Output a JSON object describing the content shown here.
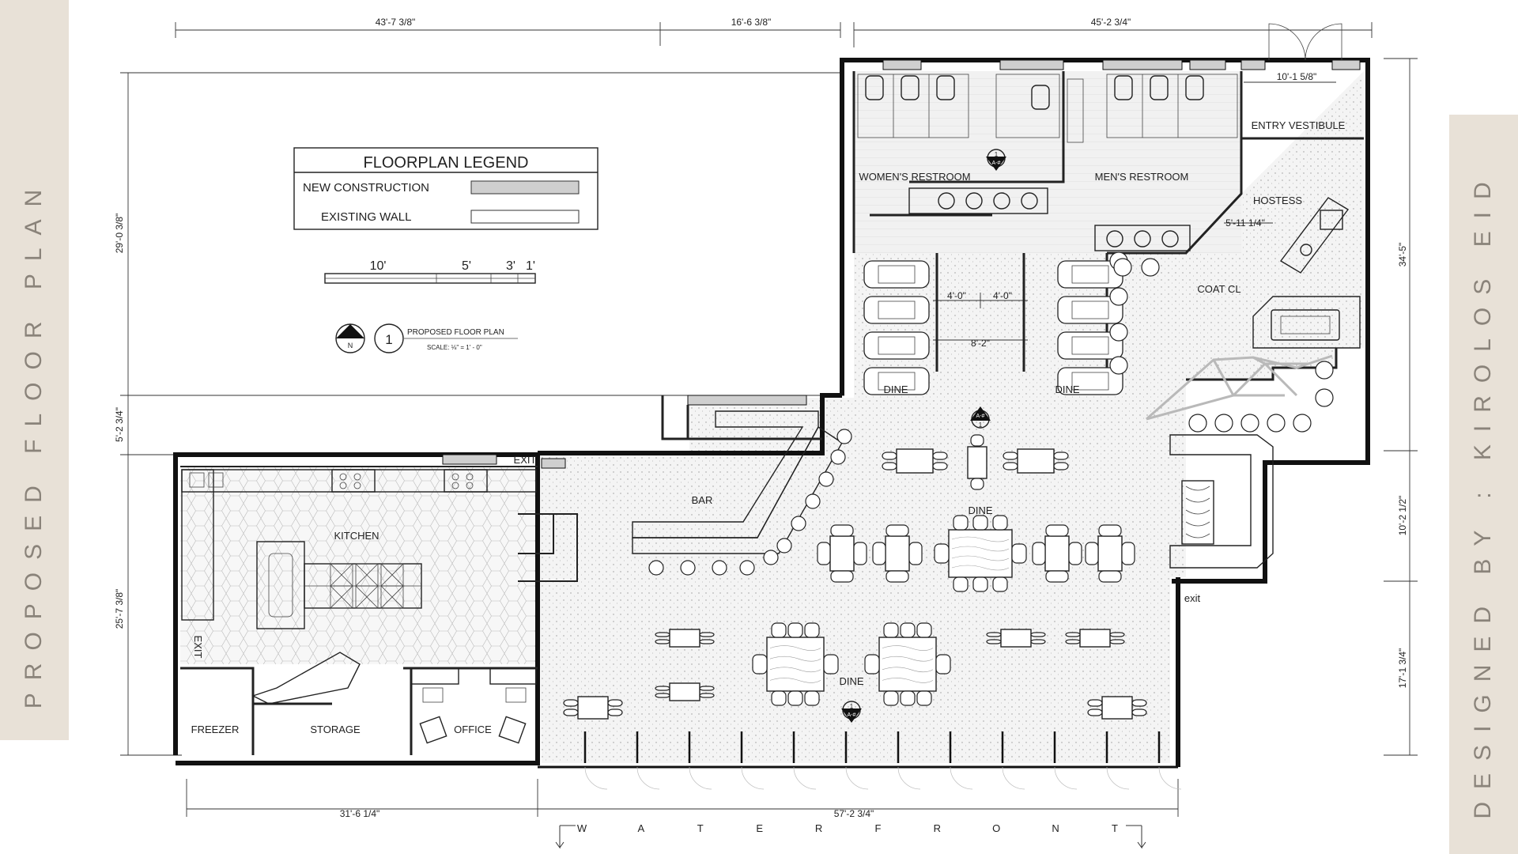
{
  "title_left": "PROPOSED FLOOR PLAN",
  "title_right": "DESIGNED BY : KIROLOS EID",
  "legend": {
    "title": "FLOORPLAN LEGEND",
    "new_construction": "NEW CONSTRUCTION",
    "existing_wall": "EXISTING WALL"
  },
  "scale_bar": {
    "l10": "10'",
    "l5": "5'",
    "l3": "3'",
    "l1": "1'"
  },
  "drawing_tag": {
    "number": "1",
    "north": "N",
    "title": "PROPOSED FLOOR PLAN",
    "scale": "SCALE: ⅛\" = 1' - 0\""
  },
  "rooms": {
    "womens_restroom": "WOMEN'S RESTROOM",
    "mens_restroom": "MEN'S RESTROOM",
    "entry_vestibule": "ENTRY VESTIBULE",
    "hostess": "HOSTESS",
    "coat_closet": "COAT CL",
    "dine_left": "DINE",
    "dine_right": "DINE",
    "dine_center": "DINE",
    "dine_bottom": "DINE",
    "bar": "BAR",
    "kitchen": "KITCHEN",
    "freezer": "FREEZER",
    "storage": "STORAGE",
    "office": "OFFICE",
    "exit_top": "EXIT",
    "exit_left": "EXIT",
    "exit_right": "exit"
  },
  "section_marks": {
    "num": "1",
    "ref": "A-#"
  },
  "dimensions": {
    "top_left": "43'-7 3/8\"",
    "top_mid": "16'-6 3/8\"",
    "top_right": "45'-2 3/4\"",
    "left_upper": "29'-0 3/8\"",
    "left_mid": "5'-2 3/4\"",
    "left_lower": "25'-7 3/8\"",
    "right_upper": "34'-5\"",
    "right_mid": "10'-2 1/2\"",
    "right_lower": "17'-1 3/4\"",
    "bottom_left": "31'-6 1/4\"",
    "bottom_right": "57'-2 3/4\"",
    "vestibule": "10'-1 5/8\"",
    "hostess": "5'-11 1/4\"",
    "corridor_a": "4'-0\"",
    "corridor_b": "4'-0\"",
    "corridor_total": "8'-2\""
  },
  "waterfront": [
    "W",
    "A",
    "T",
    "E",
    "R",
    "F",
    "R",
    "O",
    "N",
    "T"
  ]
}
